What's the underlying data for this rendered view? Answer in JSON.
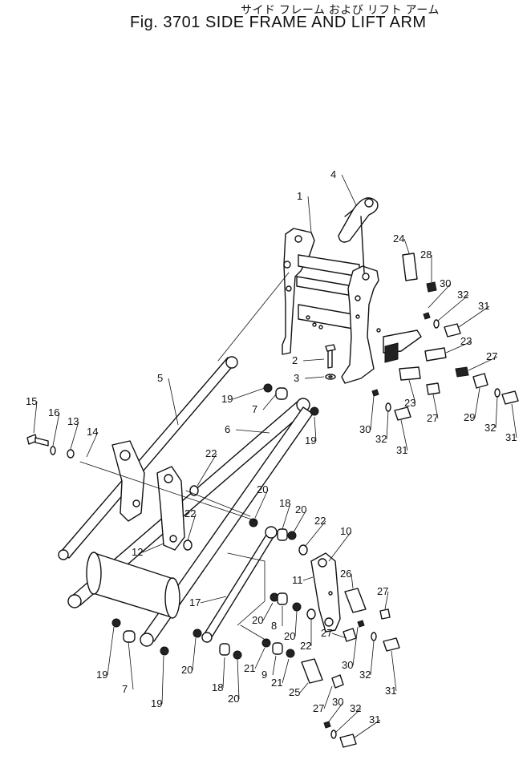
{
  "figure": {
    "title_jp": "サイド フレーム および リフト アーム",
    "title_en": "Fig. 3701  SIDE FRAME AND LIFT ARM"
  },
  "callouts": [
    {
      "id": "1"
    },
    {
      "id": "2"
    },
    {
      "id": "3"
    },
    {
      "id": "4"
    },
    {
      "id": "5"
    },
    {
      "id": "6"
    },
    {
      "id": "7"
    },
    {
      "id": "8"
    },
    {
      "id": "9"
    },
    {
      "id": "10"
    },
    {
      "id": "11"
    },
    {
      "id": "12"
    },
    {
      "id": "13"
    },
    {
      "id": "14"
    },
    {
      "id": "15"
    },
    {
      "id": "16"
    },
    {
      "id": "17"
    },
    {
      "id": "18"
    },
    {
      "id": "19"
    },
    {
      "id": "20"
    },
    {
      "id": "21"
    },
    {
      "id": "22"
    },
    {
      "id": "23"
    },
    {
      "id": "24"
    },
    {
      "id": "25"
    },
    {
      "id": "26"
    },
    {
      "id": "27"
    },
    {
      "id": "28"
    },
    {
      "id": "29"
    },
    {
      "id": "30"
    },
    {
      "id": "31"
    },
    {
      "id": "32"
    }
  ]
}
